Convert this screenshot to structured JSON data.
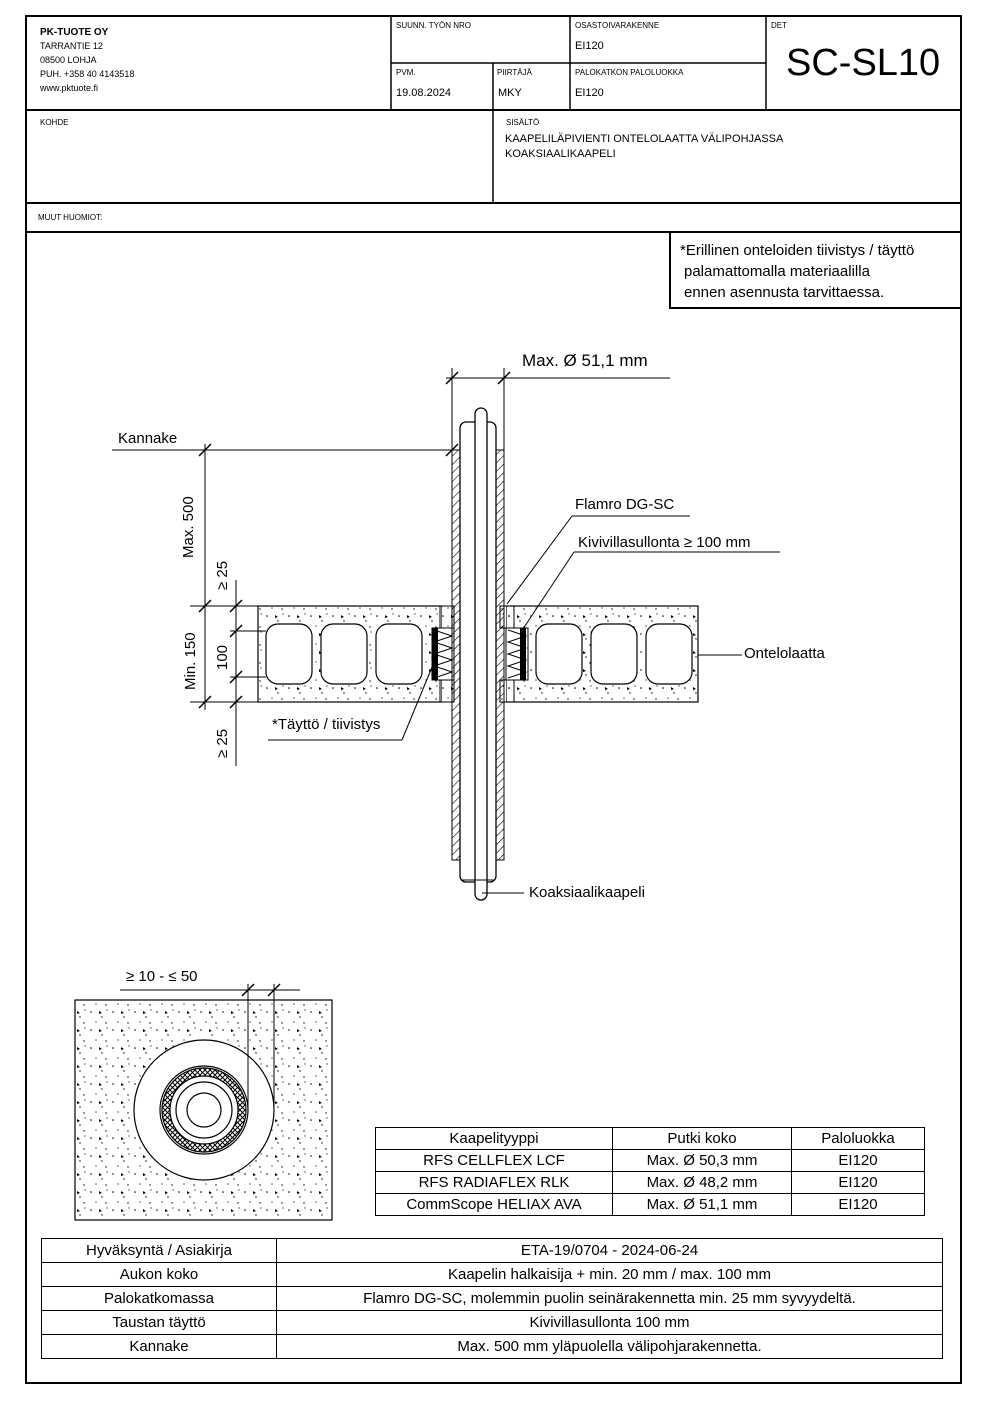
{
  "header": {
    "company": "PK-TUOTE OY",
    "address1": "TARRANTIE 12",
    "address2": "08500 LOHJA",
    "phone": "PUH. +358 40 4143518",
    "web": "www.pktuote.fi",
    "work_no_label": "SUUNN. TYÖN NRO",
    "work_no_value": "",
    "component_label": "OSASTOIVARAKENNE",
    "component_value": "EI120",
    "det_label": "DET",
    "det_value": "SC-SL10",
    "date_label": "PVM.",
    "date_value": "19.08.2024",
    "drawer_label": "PIIRTÄJÄ",
    "drawer_value": "MKY",
    "fire_class_label": "PALOKATKON PALOLUOKKA",
    "fire_class_value": "EI120",
    "kohde_label": "KOHDE",
    "kohde_value": "",
    "content_label": "SISÄLTÖ",
    "content_line1": "KAAPELILÄPIVIENTI ONTELOLAATTA VÄLIPOHJASSA",
    "content_line2": "KOAKSIAALIKAAPELI",
    "notes_label": "MUUT HUOMIOT:"
  },
  "note": {
    "line1": "*Erillinen onteloiden tiivistys / täyttö",
    "line2": "palamattomalla materiaalilla",
    "line3": "ennen asennusta tarvittaessa."
  },
  "drawing": {
    "max_diameter": "Max. Ø 51,1 mm",
    "kannake": "Kannake",
    "max500": "Max. 500",
    "ge25_top": "≥ 25",
    "min150": "Min. 150",
    "dim100": "100",
    "ge25_bottom": "≥ 25",
    "flamro": "Flamro DG-SC",
    "kivivilla": "Kivivillasullonta ≥ 100 mm",
    "ontelolaatta": "Ontelolaatta",
    "tayttö": "*Täyttö / tiivistys",
    "koaksiaali": "Koaksiaalikaapeli",
    "gap_dim": "≥ 10 - ≤ 50"
  },
  "cable_table": {
    "headers": [
      "Kaapelityyppi",
      "Putki koko",
      "Paloluokka"
    ],
    "rows": [
      [
        "RFS CELLFLEX LCF",
        "Max. Ø 50,3 mm",
        "EI120"
      ],
      [
        "RFS RADIAFLEX RLK",
        "Max. Ø 48,2 mm",
        "EI120"
      ],
      [
        "CommScope HELIAX AVA",
        "Max. Ø 51,1 mm",
        "EI120"
      ]
    ]
  },
  "info_table": {
    "rows": [
      [
        "Hyväksyntä / Asiakirja",
        "ETA-19/0704 - 2024-06-24"
      ],
      [
        "Aukon koko",
        "Kaapelin halkaisija + min. 20 mm / max. 100 mm"
      ],
      [
        "Palokatkomassa",
        "Flamro DG-SC, molemmin puolin seinärakennetta min. 25 mm syvyydeltä."
      ],
      [
        "Taustan täyttö",
        "Kivivillasullonta 100 mm"
      ],
      [
        "Kannake",
        "Max. 500 mm yläpuolella välipohjarakennetta."
      ]
    ]
  }
}
